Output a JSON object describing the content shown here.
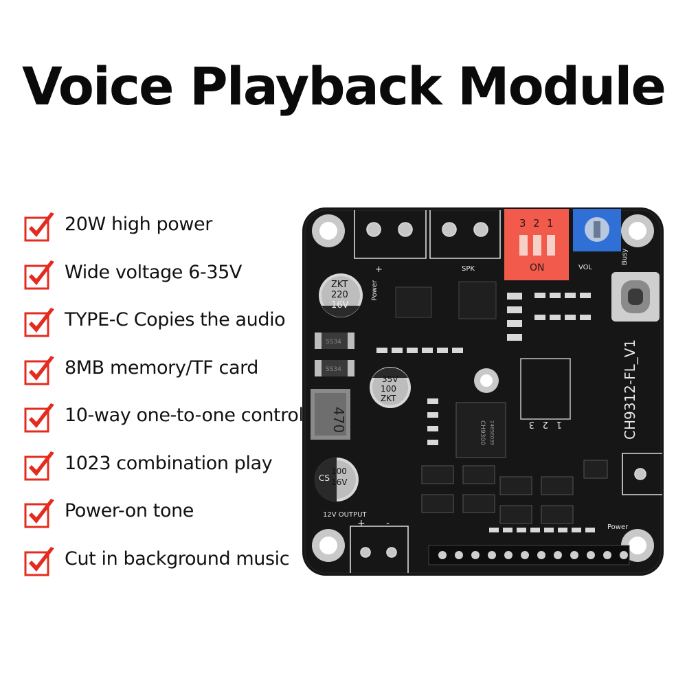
{
  "title": "Voice Playback Module",
  "features": [
    {
      "label": "20W high power"
    },
    {
      "label": "Wide voltage 6-35V"
    },
    {
      "label": "TYPE-C Copies the audio"
    },
    {
      "label": "8MB memory/TF card"
    },
    {
      "label": "10-way one-to-one control"
    },
    {
      "label": "1023 combination play"
    },
    {
      "label": "Power-on tone"
    },
    {
      "label": "Cut in background music"
    }
  ],
  "colors": {
    "check_red": "#e52b1f",
    "pcb": "#161616",
    "dip": "#f25a4c",
    "pot": "#2f6fd6"
  },
  "icons": {
    "feature": "check-mark-icon"
  },
  "board": {
    "model": "CH9312-FL_V1",
    "cap1": {
      "l1": "ZKT",
      "l2": "220",
      "l3": "16V"
    },
    "cap2": {
      "l1": "ZKT",
      "l2": "100",
      "l3": "35V"
    },
    "cap3": {
      "l1": "CS",
      "l2": "100",
      "l3": "16V"
    },
    "inductor": "470",
    "output_label": "12V OUTPUT",
    "spk_label": "SPK",
    "vol_label": "VOL",
    "busy_label": "Busy",
    "power_label": "Power",
    "power_label2": "Power",
    "dip_on": "ON",
    "dip_nums": [
      "1",
      "2",
      "3"
    ],
    "jumper_nums": [
      "1",
      "2",
      "3"
    ],
    "plus": "+",
    "minus": "-",
    "diode1": "SS34",
    "diode2": "SS34",
    "chip_main": "CH9300",
    "chip_sub": "24B5E039"
  }
}
